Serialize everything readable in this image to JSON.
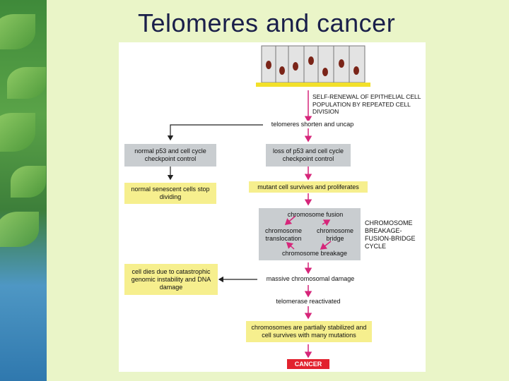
{
  "slide": {
    "title": "Telomeres and cancer"
  },
  "diagram": {
    "self_renewal": "SELF-RENEWAL OF EPITHELIAL CELL POPULATION BY REPEATED CELL DIVISION",
    "telomeres_shorten": "telomeres shorten and uncap",
    "normal_p53": "normal p53 and cell cycle checkpoint control",
    "normal_senescent": "normal senescent cells stop dividing",
    "loss_p53": "loss of p53 and cell cycle checkpoint control",
    "mutant_survives": "mutant cell survives and proliferates",
    "chromosome_fusion": "chromosome fusion",
    "chromosome_translocation": "chromosome translocation",
    "chromosome_bridge": "chromosome bridge",
    "chromosome_breakage": "chromosome breakage",
    "cycle_label": "CHROMOSOME BREAKAGE-FUSION-BRIDGE CYCLE",
    "massive_damage": "massive chromosomal damage",
    "cell_dies": "cell dies due to catastrophic genomic instability and DNA damage",
    "telomerase": "telomerase reactivated",
    "partially_stabilized": "chromosomes are partially stabilized and cell survives with many mutations",
    "cancer": "CANCER"
  },
  "colors": {
    "arrow_magenta": "#d6267a",
    "box_gray": "#c9cdd0",
    "box_yellow": "#f6ef8e",
    "cancer_red": "#e2222e",
    "title_navy": "#1a1f4a"
  }
}
